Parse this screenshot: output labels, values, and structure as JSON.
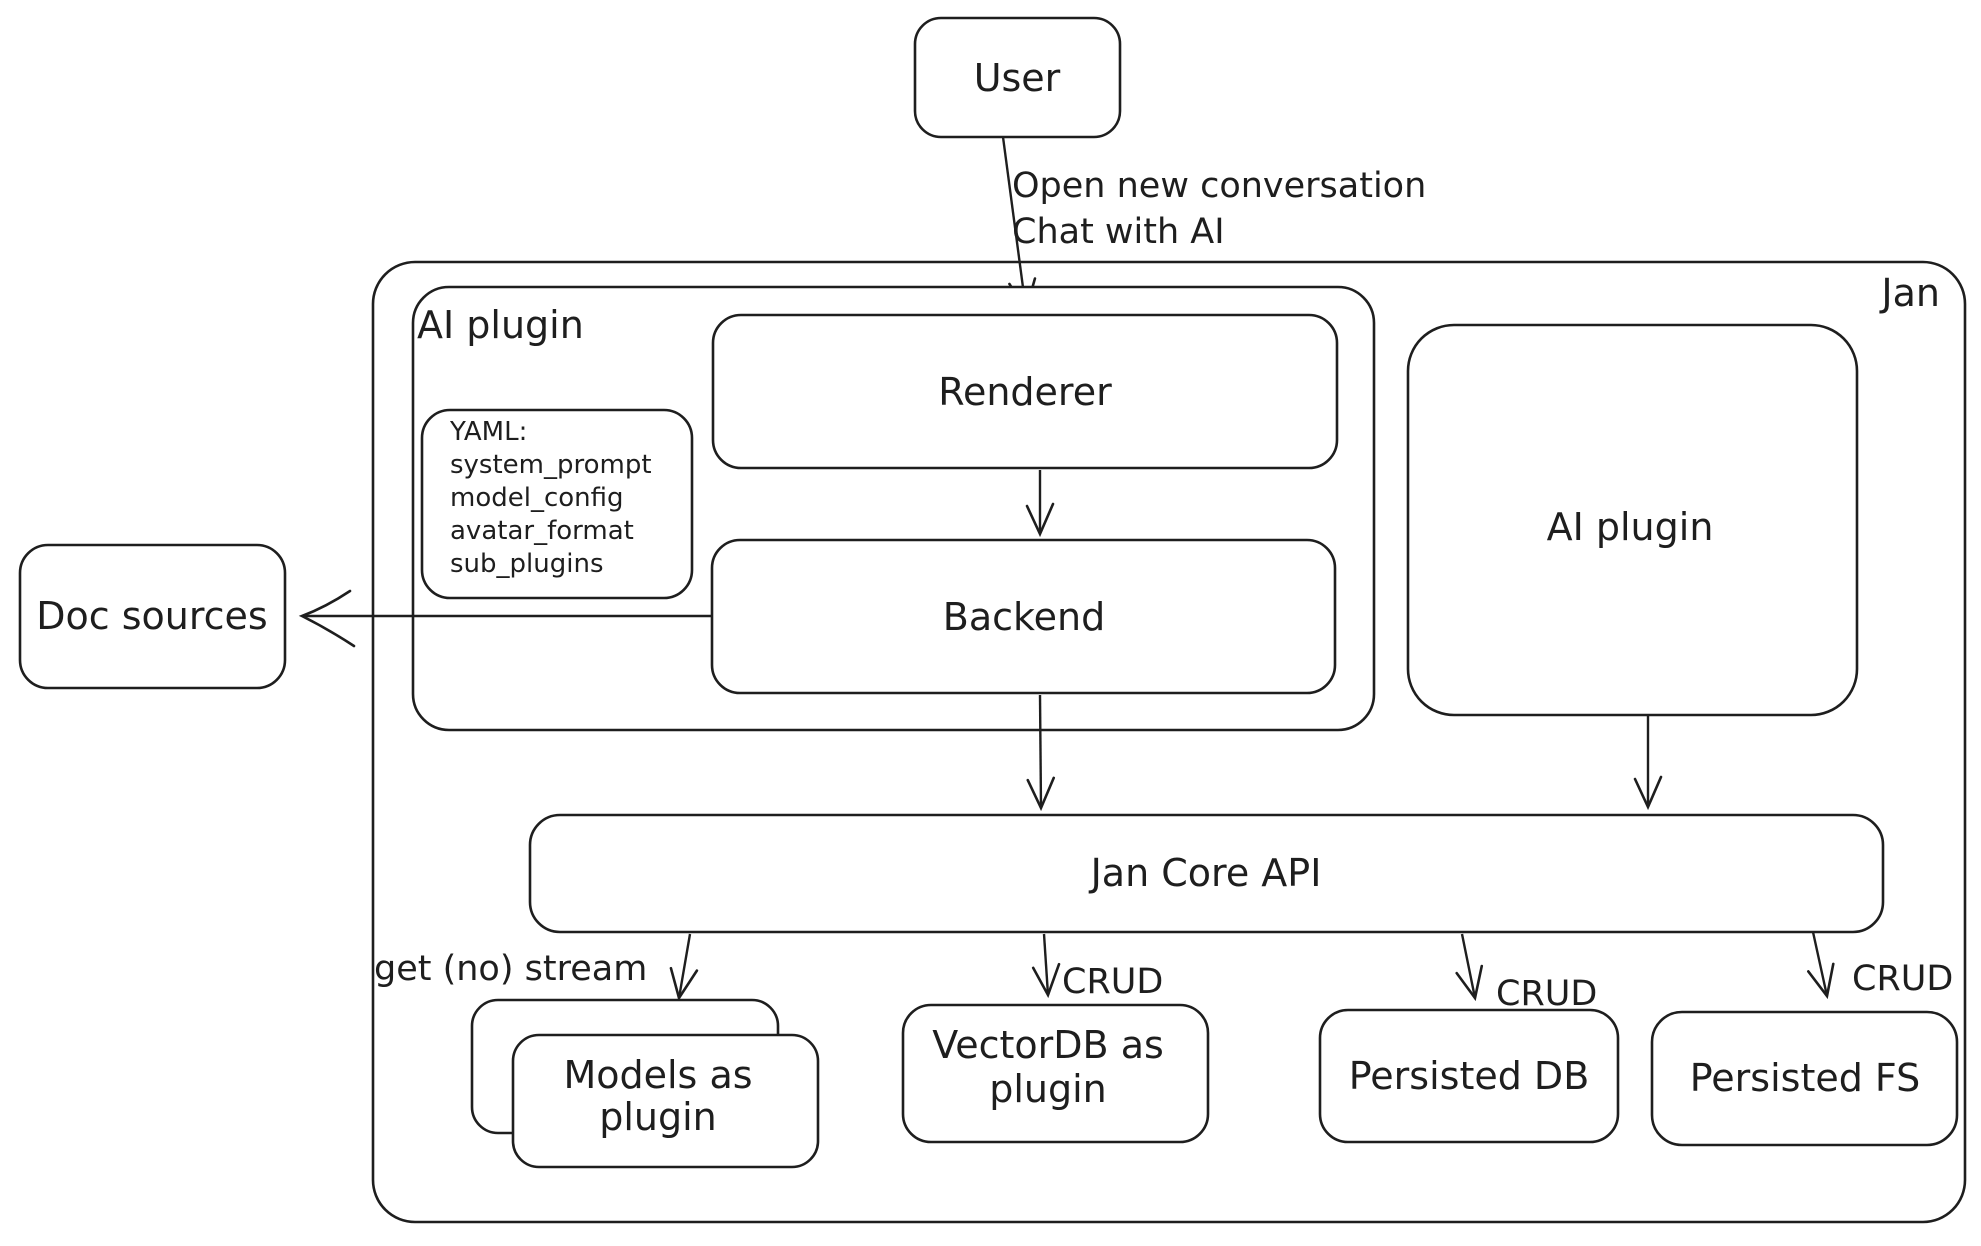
{
  "colors": {
    "stroke": "#1e1e1e",
    "background": "#ffffff"
  },
  "container": {
    "label": "Jan"
  },
  "nodes": {
    "user": {
      "label": "User"
    },
    "ai_plugin_left": {
      "label": "AI plugin"
    },
    "yaml_note": {
      "line1": "YAML:",
      "line2": "system_prompt",
      "line3": "model_config",
      "line4": "avatar_format",
      "line5": "sub_plugins"
    },
    "renderer": {
      "label": "Renderer"
    },
    "backend": {
      "label": "Backend"
    },
    "doc_sources": {
      "label": "Doc sources"
    },
    "ai_plugin_right": {
      "label": "AI plugin"
    },
    "jan_core_api": {
      "label": "Jan Core API"
    },
    "models_as_plugin": {
      "line1": "Models as",
      "line2": "plugin"
    },
    "vectordb_as_plugin": {
      "line1": "VectorDB as",
      "line2": "plugin"
    },
    "persisted_db": {
      "label": "Persisted DB"
    },
    "persisted_fs": {
      "label": "Persisted FS"
    }
  },
  "edges": {
    "user_to_renderer": {
      "line1": "Open new conversation",
      "line2": "Chat with AI"
    },
    "core_to_models": {
      "label": "get (no) stream"
    },
    "core_to_vectordb": {
      "label": "CRUD"
    },
    "core_to_persisted_db": {
      "label": "CRUD"
    },
    "core_to_persisted_fs": {
      "label": "CRUD"
    }
  }
}
